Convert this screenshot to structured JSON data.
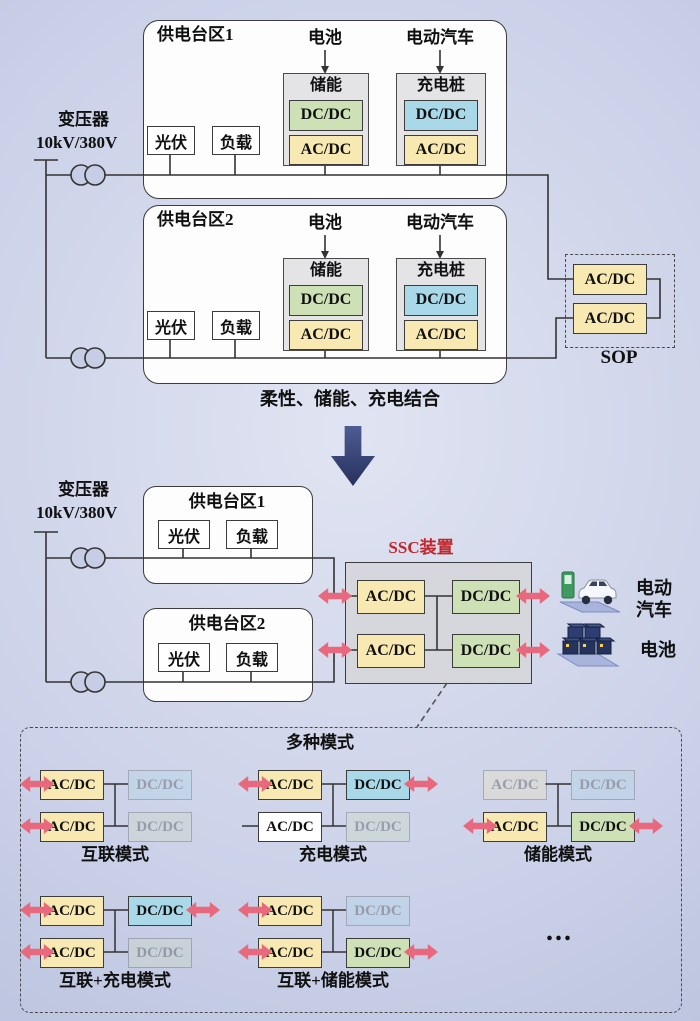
{
  "top": {
    "transformer": {
      "name": "变压器",
      "rating": "10kV/380V"
    },
    "area1": {
      "title": "供电台区1",
      "battery": "电池",
      "ev": "电动汽车",
      "storage": "储能",
      "charger": "充电桩",
      "pv": "光伏",
      "load": "负载"
    },
    "area2": {
      "title": "供电台区2",
      "battery": "电池",
      "ev": "电动汽车",
      "storage": "储能",
      "charger": "充电桩",
      "pv": "光伏",
      "load": "负载"
    },
    "sop": {
      "label": "SOP"
    },
    "caption": "柔性、储能、充电结合"
  },
  "middle": {
    "transformer": {
      "name": "变压器",
      "rating": "10kV/380V"
    },
    "area1": {
      "title": "供电台区1",
      "pv": "光伏",
      "load": "负载"
    },
    "area2": {
      "title": "供电台区2",
      "pv": "光伏",
      "load": "负载"
    },
    "ssc": {
      "title": "SSC装置"
    },
    "ev_label": {
      "line1": "电动",
      "line2": "汽车"
    },
    "battery_label": "电池"
  },
  "bottom": {
    "title": "多种模式",
    "modes": [
      {
        "label": "互联模式"
      },
      {
        "label": "充电模式"
      },
      {
        "label": "储能模式"
      },
      {
        "label": "互联+充电模式"
      },
      {
        "label": "互联+储能模式"
      }
    ],
    "ellipsis": "..."
  },
  "converters": {
    "acdc": "AC/DC",
    "dcdc": "DC/DC"
  },
  "colors": {
    "acdc_fill": "#f8e9b2",
    "dcdc_ev_fill": "#a9d9e8",
    "dcdc_battery_fill": "#cde0b6",
    "arrow_red": "#e8697e",
    "ssc_title_red": "#c1272d"
  }
}
